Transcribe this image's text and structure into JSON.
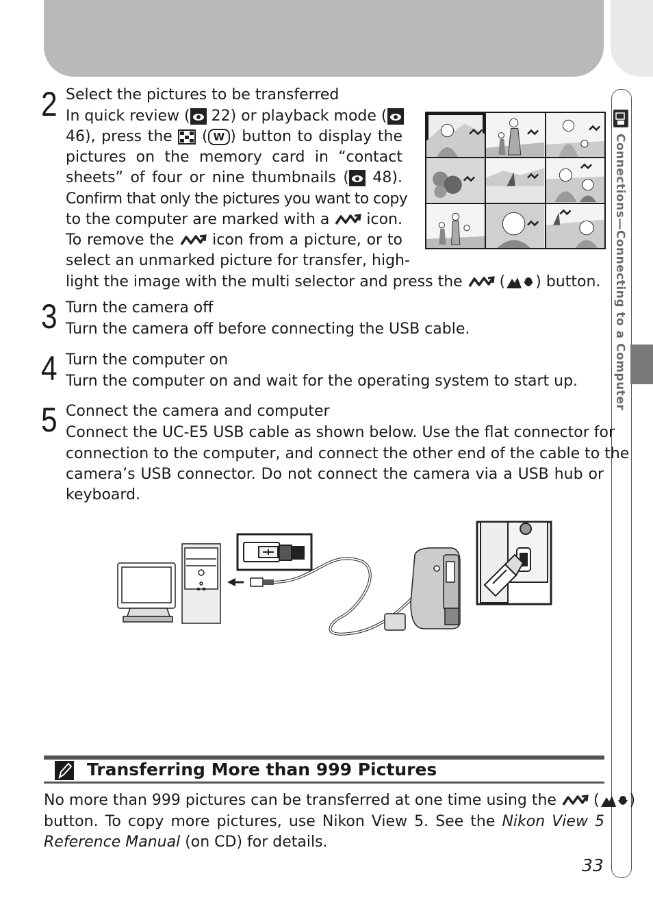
{
  "side": {
    "label": "Connections—Connecting to a Computer",
    "icon": "camera-computer-icon"
  },
  "steps": [
    {
      "number": "2",
      "title": "Select the pictures to be transferred"
    },
    {
      "number": "3",
      "title": "Turn the camera off",
      "body": "Turn the camera off before connecting the USB cable."
    },
    {
      "number": "4",
      "title": "Turn the computer on",
      "body": "Turn the computer on and wait for the operating system to start up."
    },
    {
      "number": "5",
      "title": "Connect the camera and computer"
    }
  ],
  "step2_text": {
    "l1a": "In quick review (",
    "l1b": " 22) or playback mode (",
    "l2a": "46), press the ",
    "l2b": " (",
    "l2c": ") button to display the",
    "l3": "pictures on the memory card in “contact",
    "l4a": "sheets” of four or nine thumbnails (",
    "l4b": " 48).",
    "l5": "Confirm that only the pictures you want to copy",
    "l6a": "to the computer are marked with a ",
    "l6b": " icon.",
    "l7a": "To remove the ",
    "l7b": " icon from a picture, or to",
    "l8": "select an unmarked picture for transfer, high-",
    "l9a": "light the image with the multi selector and press the ",
    "l9b": " (",
    "l9c": ") button."
  },
  "step5_text": {
    "l1": "Connect the UC-E5 USB cable as shown below.  Use the flat connector for",
    "l2": "connection to the computer, and connect the other end of the cable to the",
    "l3": "camera’s USB connector.  Do not connect the camera via a USB hub or",
    "l4": "keyboard."
  },
  "tip": {
    "title": "Transferring More than 999 Pictures",
    "l1a": "No more than 999 pictures can be transferred at one time using the ",
    "l1b": " (",
    "l1c": ")",
    "l2a": "button.  To copy more pictures, use Nikon View 5.  See the ",
    "l2b": "Nikon View 5",
    "l3a": "Reference Manual",
    "l3b": " (on CD) for details."
  },
  "zoom_button_label": "W",
  "page_number": "33"
}
